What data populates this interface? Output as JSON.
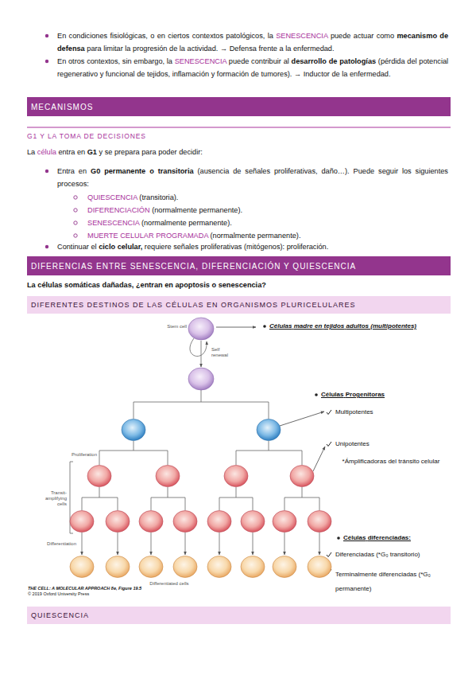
{
  "diagram": {
    "nodes": [
      {
        "text": [
          "MECANISMOS"
        ]
      },
      {
        "text": [
          "DIFERENCIAS ENTRE SENESCENCIA, DIFERENCIACIÓN Y QUIESCENCIA"
        ]
      },
      {
        "text": [
          "DIFERENTES DESTINOS DE LAS CÉLULAS EN ORGANISMOS PLURICELULARES"
        ]
      },
      {
        "text": [
          "QUIESCENCIA"
        ]
      }
    ],
    "labels": [
      "En condiciones fisiológicas, o en ciertos contextos patológicos, la SENESCENCIA puede actuar como mecanismo de defensa para limitar la progresión de la actividad. → Defensa frente a la enfermedad.",
      "En otros contextos, sin embargo, la SENESCENCIA puede contribuir al desarrollo de patologías (pérdida del potencial regenerativo y funcional de tejidos, inflamación y formación de tumores). → Inductor de la enfermedad.",
      "G1 Y LA TOMA DE DECISIONES",
      "La célula entra en G1 y se prepara para poder decidir:",
      "Entra en G0 permanente o transitoria (ausencia de señales proliferativas, daño…). Puede seguir los siguientes procesos:",
      "QUIESCENCIA (transitoria).",
      "DIFERENCIACIÓN (normalmente permanente).",
      "SENESCENCIA (normalmente permanente).",
      "MUERTE CELULAR PROGRAMADA (normalmente permanente).",
      "Continuar el ciclo celular, requiere señales proliferativas (mitógenos): proliferación.",
      "La células somáticas dañadas, ¿entran en apoptosis o senescencia?",
      "Stem cell",
      "Self renewal",
      "Células madre en tejidos adultos (multipotentes)",
      "Células Progenitoras",
      "Multipotentes",
      "Unipotentes",
      "*Ámplificadoras del tránsito celular",
      "Proliferation",
      "Transit-amplifying cells",
      "Células diferenciadas:",
      "Diferenciadas (*G₀ transitorio)",
      "Differentiation",
      "Terminalmente diferenciadas (*G₀ permanente)",
      "Differentiated cells",
      "THE CELL: A MOLECULAR APPROACH 8e, Figure 19.5",
      "© 2019 Oxford University Press"
    ]
  }
}
